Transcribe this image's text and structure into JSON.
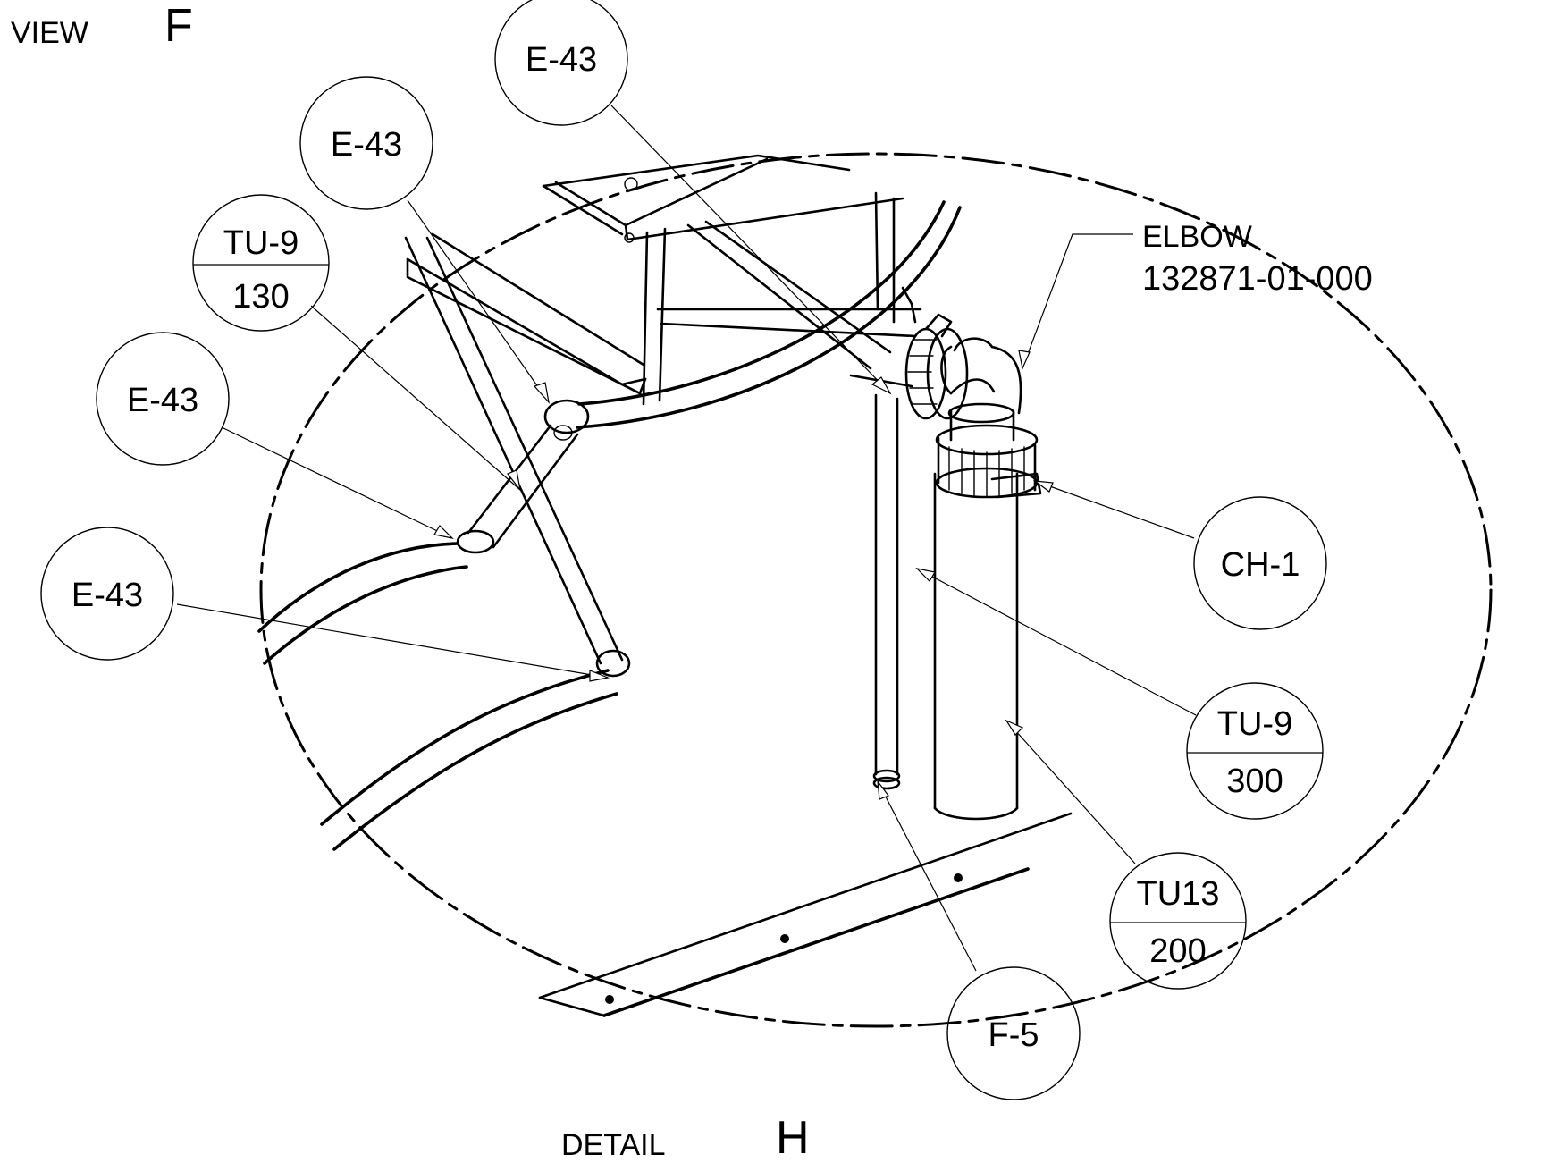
{
  "view_label": {
    "prefix": "VIEW",
    "letter": "F"
  },
  "detail_label": {
    "prefix": "DETAIL",
    "letter": "H"
  },
  "elbow_note": {
    "line1": "ELBOW",
    "line2": "132871-01-000"
  },
  "balloons": [
    {
      "id": "e43-top",
      "top": "E-43"
    },
    {
      "id": "e43-upper",
      "top": "E-43"
    },
    {
      "id": "tu9-130",
      "top": "TU-9",
      "bottom": "130"
    },
    {
      "id": "e43-mid",
      "top": "E-43"
    },
    {
      "id": "e43-lower",
      "top": "E-43"
    },
    {
      "id": "ch1",
      "top": "CH-1"
    },
    {
      "id": "tu9-300",
      "top": "TU-9",
      "bottom": "300"
    },
    {
      "id": "tu13-200",
      "top": "TU13",
      "bottom": "200"
    },
    {
      "id": "f5",
      "top": "F-5"
    }
  ]
}
